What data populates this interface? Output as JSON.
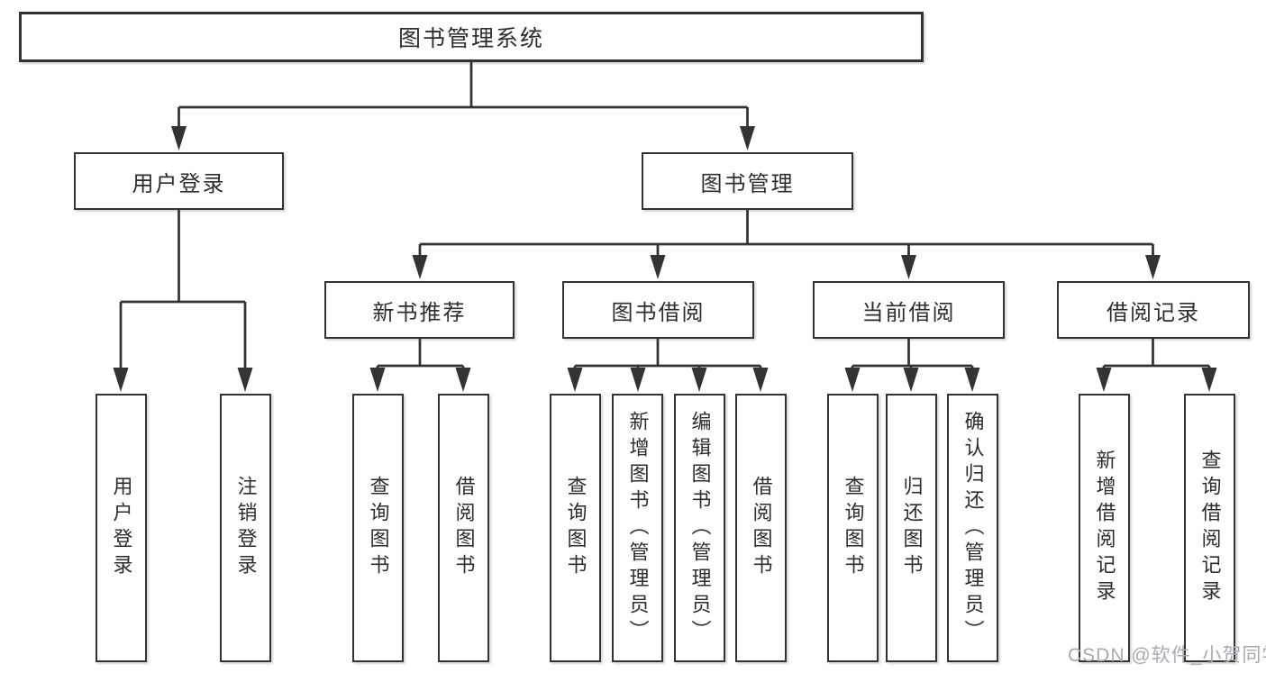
{
  "diagram": {
    "background_color": "#ffffff",
    "line_color": "#333333",
    "text_color": "#2d2d2d",
    "watermark": {
      "text": "CSDN @软件_小贺同学",
      "color": "#a8a9b1"
    },
    "nodes": {
      "root": {
        "label": "图书管理系统"
      },
      "level2": [
        {
          "label": "用户登录"
        },
        {
          "label": "图书管理"
        }
      ],
      "level3": [
        {
          "label": "新书推荐"
        },
        {
          "label": "图书借阅"
        },
        {
          "label": "当前借阅"
        },
        {
          "label": "借阅记录"
        }
      ],
      "leaves": {
        "user_login": [
          {
            "label": "用户登录"
          },
          {
            "label": "注销登录"
          }
        ],
        "new_book_recommend": [
          {
            "label": "查询图书"
          },
          {
            "label": "借阅图书"
          }
        ],
        "book_borrow": [
          {
            "label": "查询图书"
          },
          {
            "label": "新增图书（管理员）"
          },
          {
            "label": "编辑图书（管理员）"
          },
          {
            "label": "借阅图书"
          }
        ],
        "current_borrow": [
          {
            "label": "查询图书"
          },
          {
            "label": "归还图书"
          },
          {
            "label": "确认归还（管理员）"
          }
        ],
        "borrow_records": [
          {
            "label": "新增借阅记录"
          },
          {
            "label": "查询借阅记录"
          }
        ]
      }
    }
  }
}
